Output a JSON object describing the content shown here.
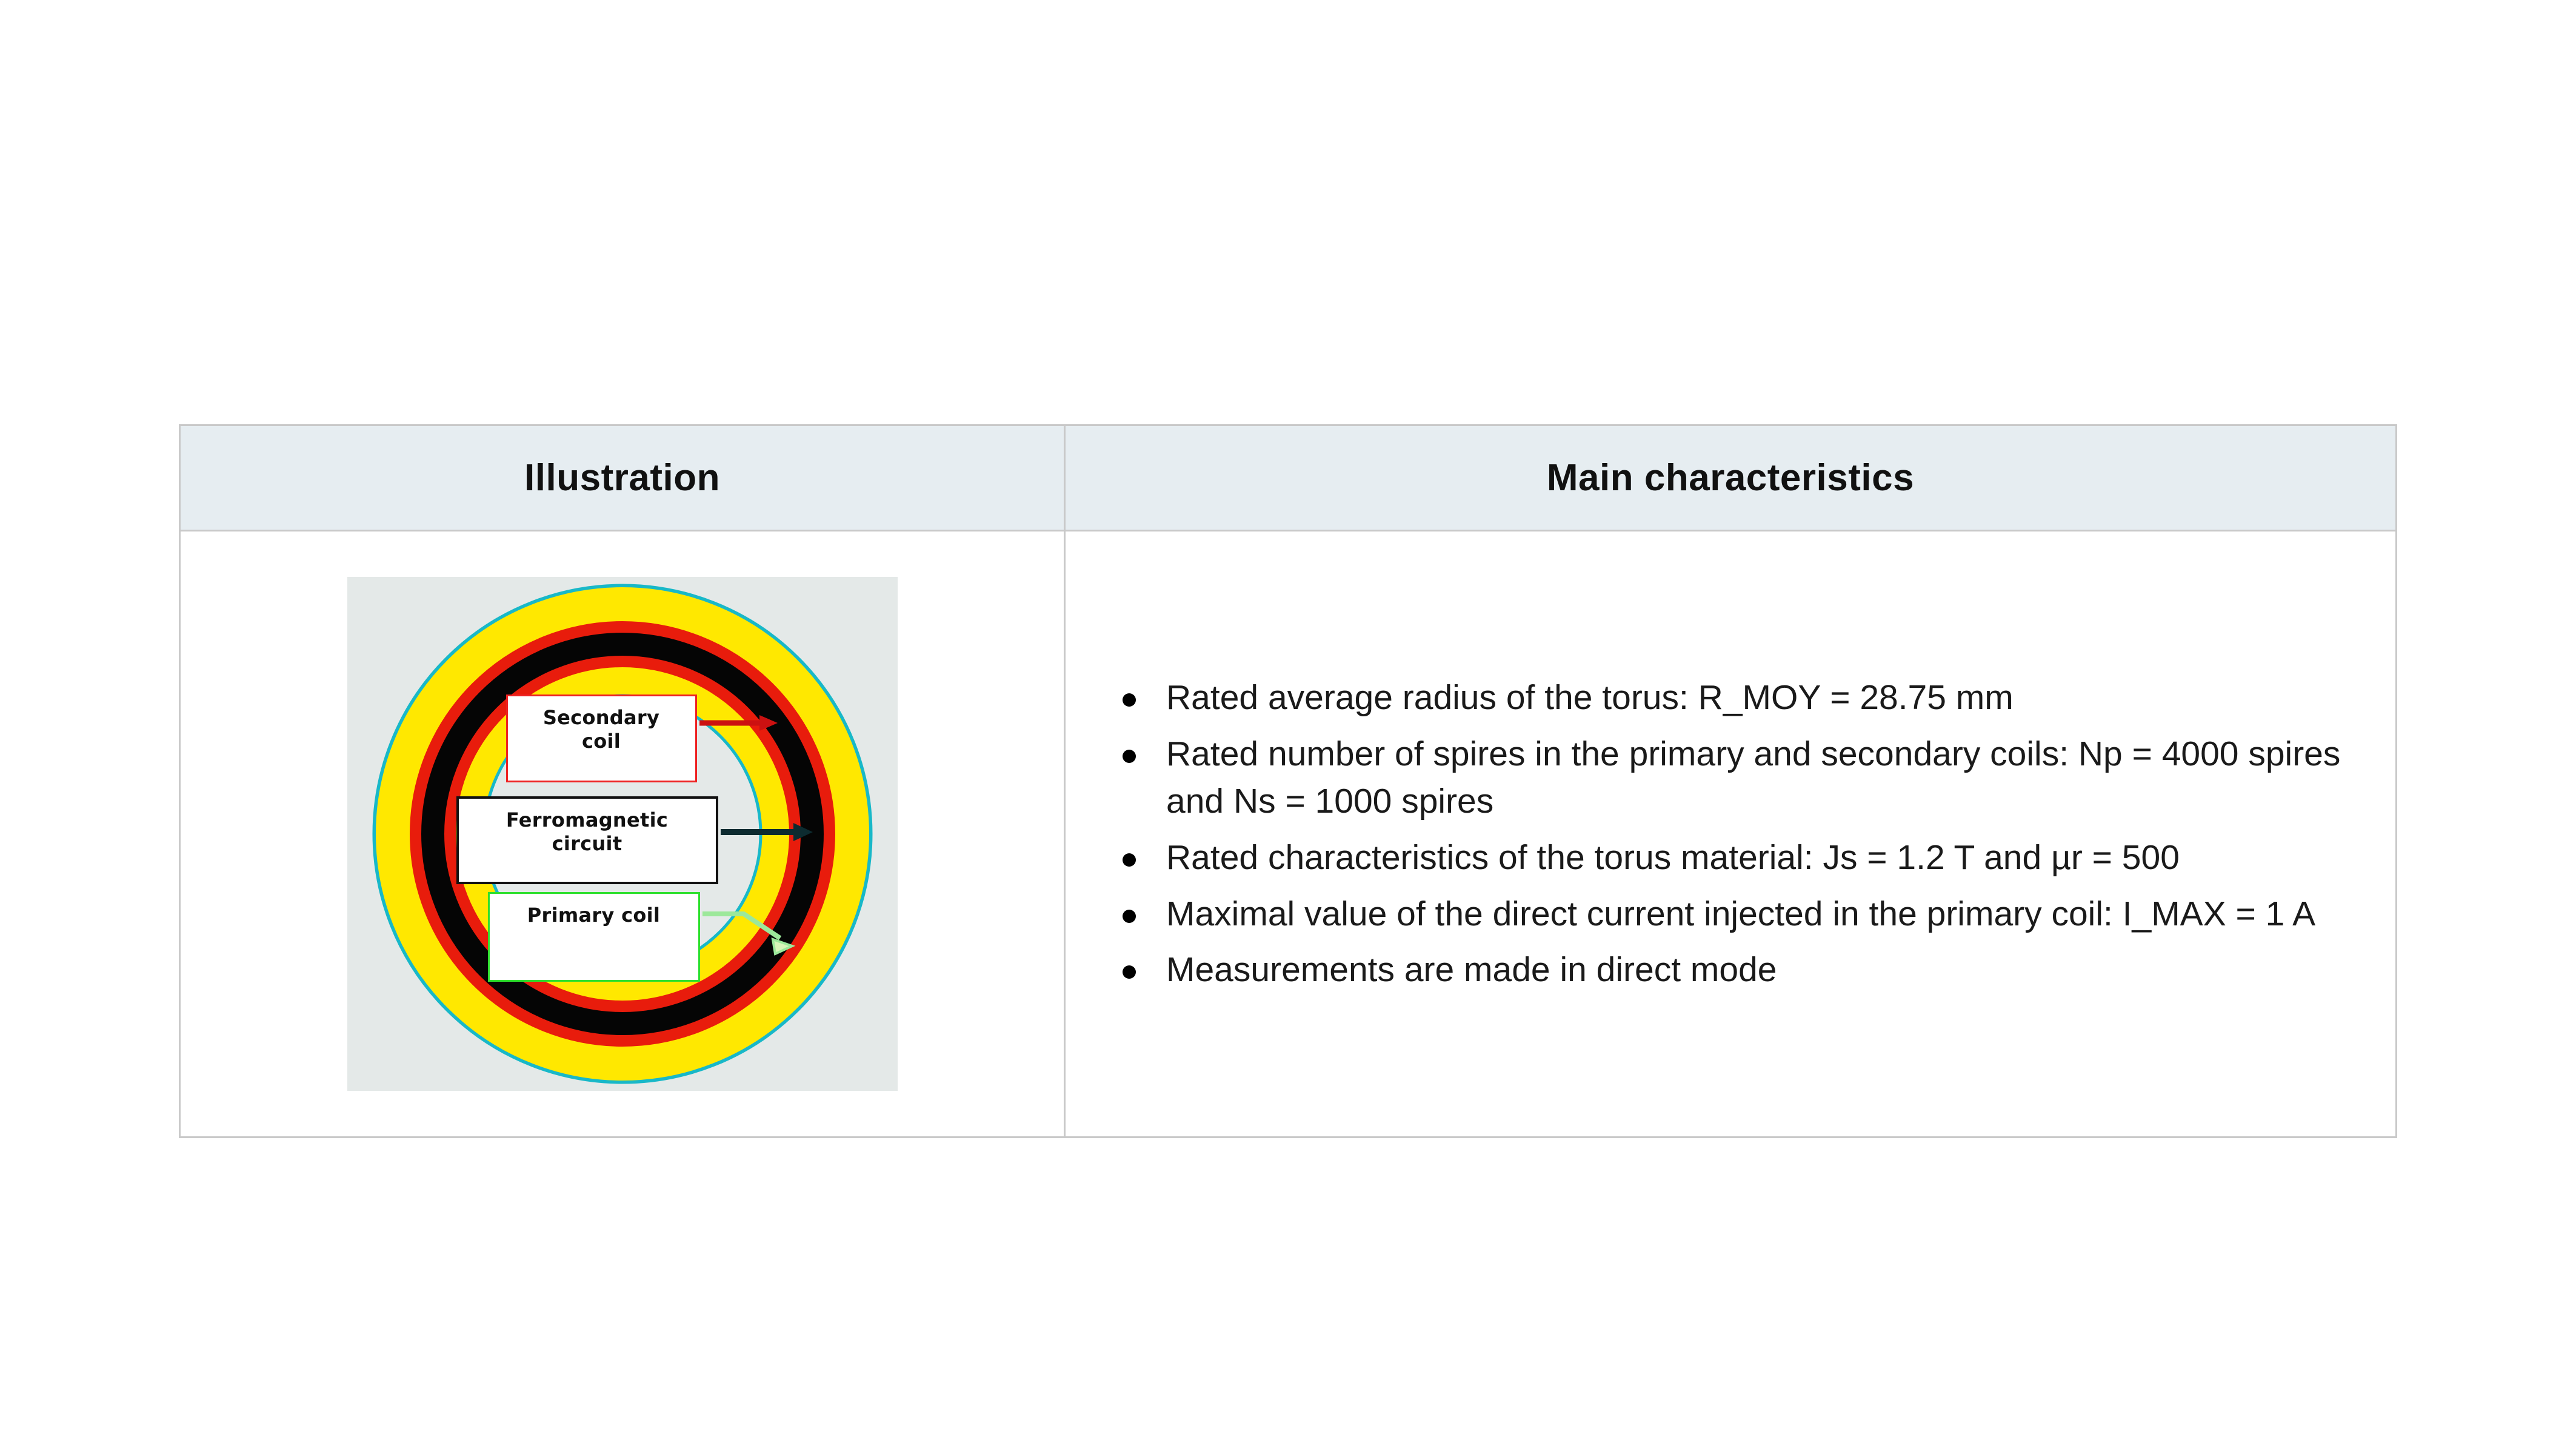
{
  "table": {
    "headers": [
      {
        "label": "Illustration",
        "name": "column-header-illustration"
      },
      {
        "label": "Main characteristics",
        "name": "column-header-main-characteristics"
      }
    ],
    "header_bg": "#e6edf1",
    "border_color": "#c9c9c9"
  },
  "illustration": {
    "figure_bg": "#e4e9e8",
    "labels": {
      "secondary_coil": "Secondary\ncoil",
      "secondary_coil_line1": "Secondary",
      "secondary_coil_line2": "coil",
      "ferromagnetic_circuit_line1": "Ferromagnetic",
      "ferromagnetic_circuit_line2": "circuit",
      "primary_coil": "Primary coil"
    },
    "colors": {
      "outline_teal": "#18b8c8",
      "outer_yellow": "#ffe800",
      "red_band": "#e81c0c",
      "core_black": "#050505",
      "secondary_border": "#ee2222",
      "ferromagnetic_border": "#111111",
      "primary_border": "#2ee02e",
      "arrow_red": "#cc1111",
      "arrow_black": "#0d2b30",
      "arrow_green": "#7ee87a"
    }
  },
  "characteristics": [
    "Rated average radius of the torus: R_MOY = 28.75 mm",
    "Rated number of spires in the primary and secondary coils: Np = 4000 spires and Ns = 1000 spires",
    "Rated characteristics of the torus material: Js = 1.2 T and µr = 500",
    "Maximal value of the direct current injected in the primary coil: I_MAX = 1 A",
    "Measurements are made in direct mode"
  ]
}
